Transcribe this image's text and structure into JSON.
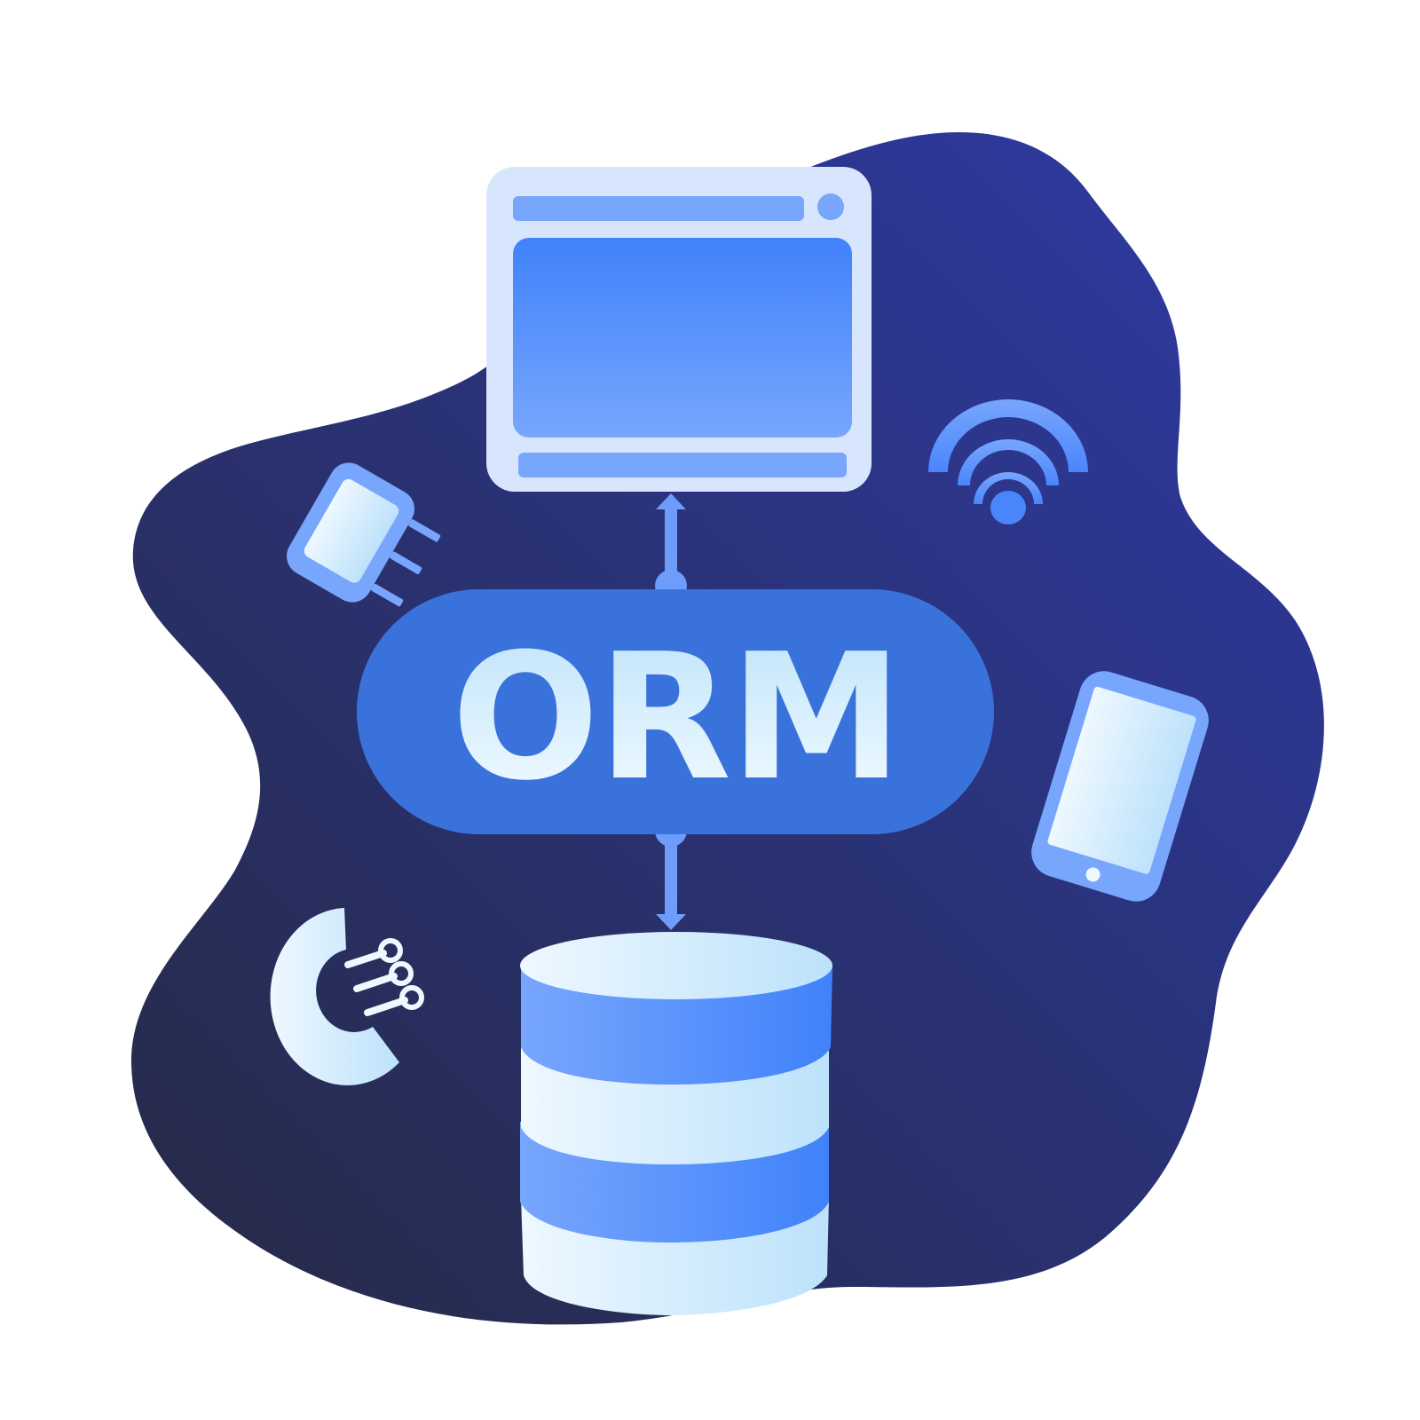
{
  "diagram": {
    "center_label": "ORM",
    "nodes": [
      {
        "id": "browser",
        "icon": "browser-window-icon"
      },
      {
        "id": "orm",
        "icon": "orm-pill"
      },
      {
        "id": "database",
        "icon": "database-cylinder-icon"
      },
      {
        "id": "plug",
        "icon": "power-plug-icon"
      },
      {
        "id": "wifi",
        "icon": "wifi-signal-icon"
      },
      {
        "id": "phone",
        "icon": "mobile-phone-icon"
      },
      {
        "id": "connector",
        "icon": "magnet-connector-icon"
      }
    ],
    "edges": [
      {
        "from": "orm",
        "to": "browser",
        "direction": "up"
      },
      {
        "from": "orm",
        "to": "database",
        "direction": "down"
      }
    ]
  },
  "colors": {
    "blob_dark": "#262a45",
    "blob_light": "#2e3aa6",
    "pill": "#3a72dc",
    "accent_blue": "#4483fb",
    "light_blue": "#7ba6fc",
    "pale": "#d8e6fd",
    "label_top": "#bfe3fb",
    "label_bottom": "#f2fbff"
  }
}
